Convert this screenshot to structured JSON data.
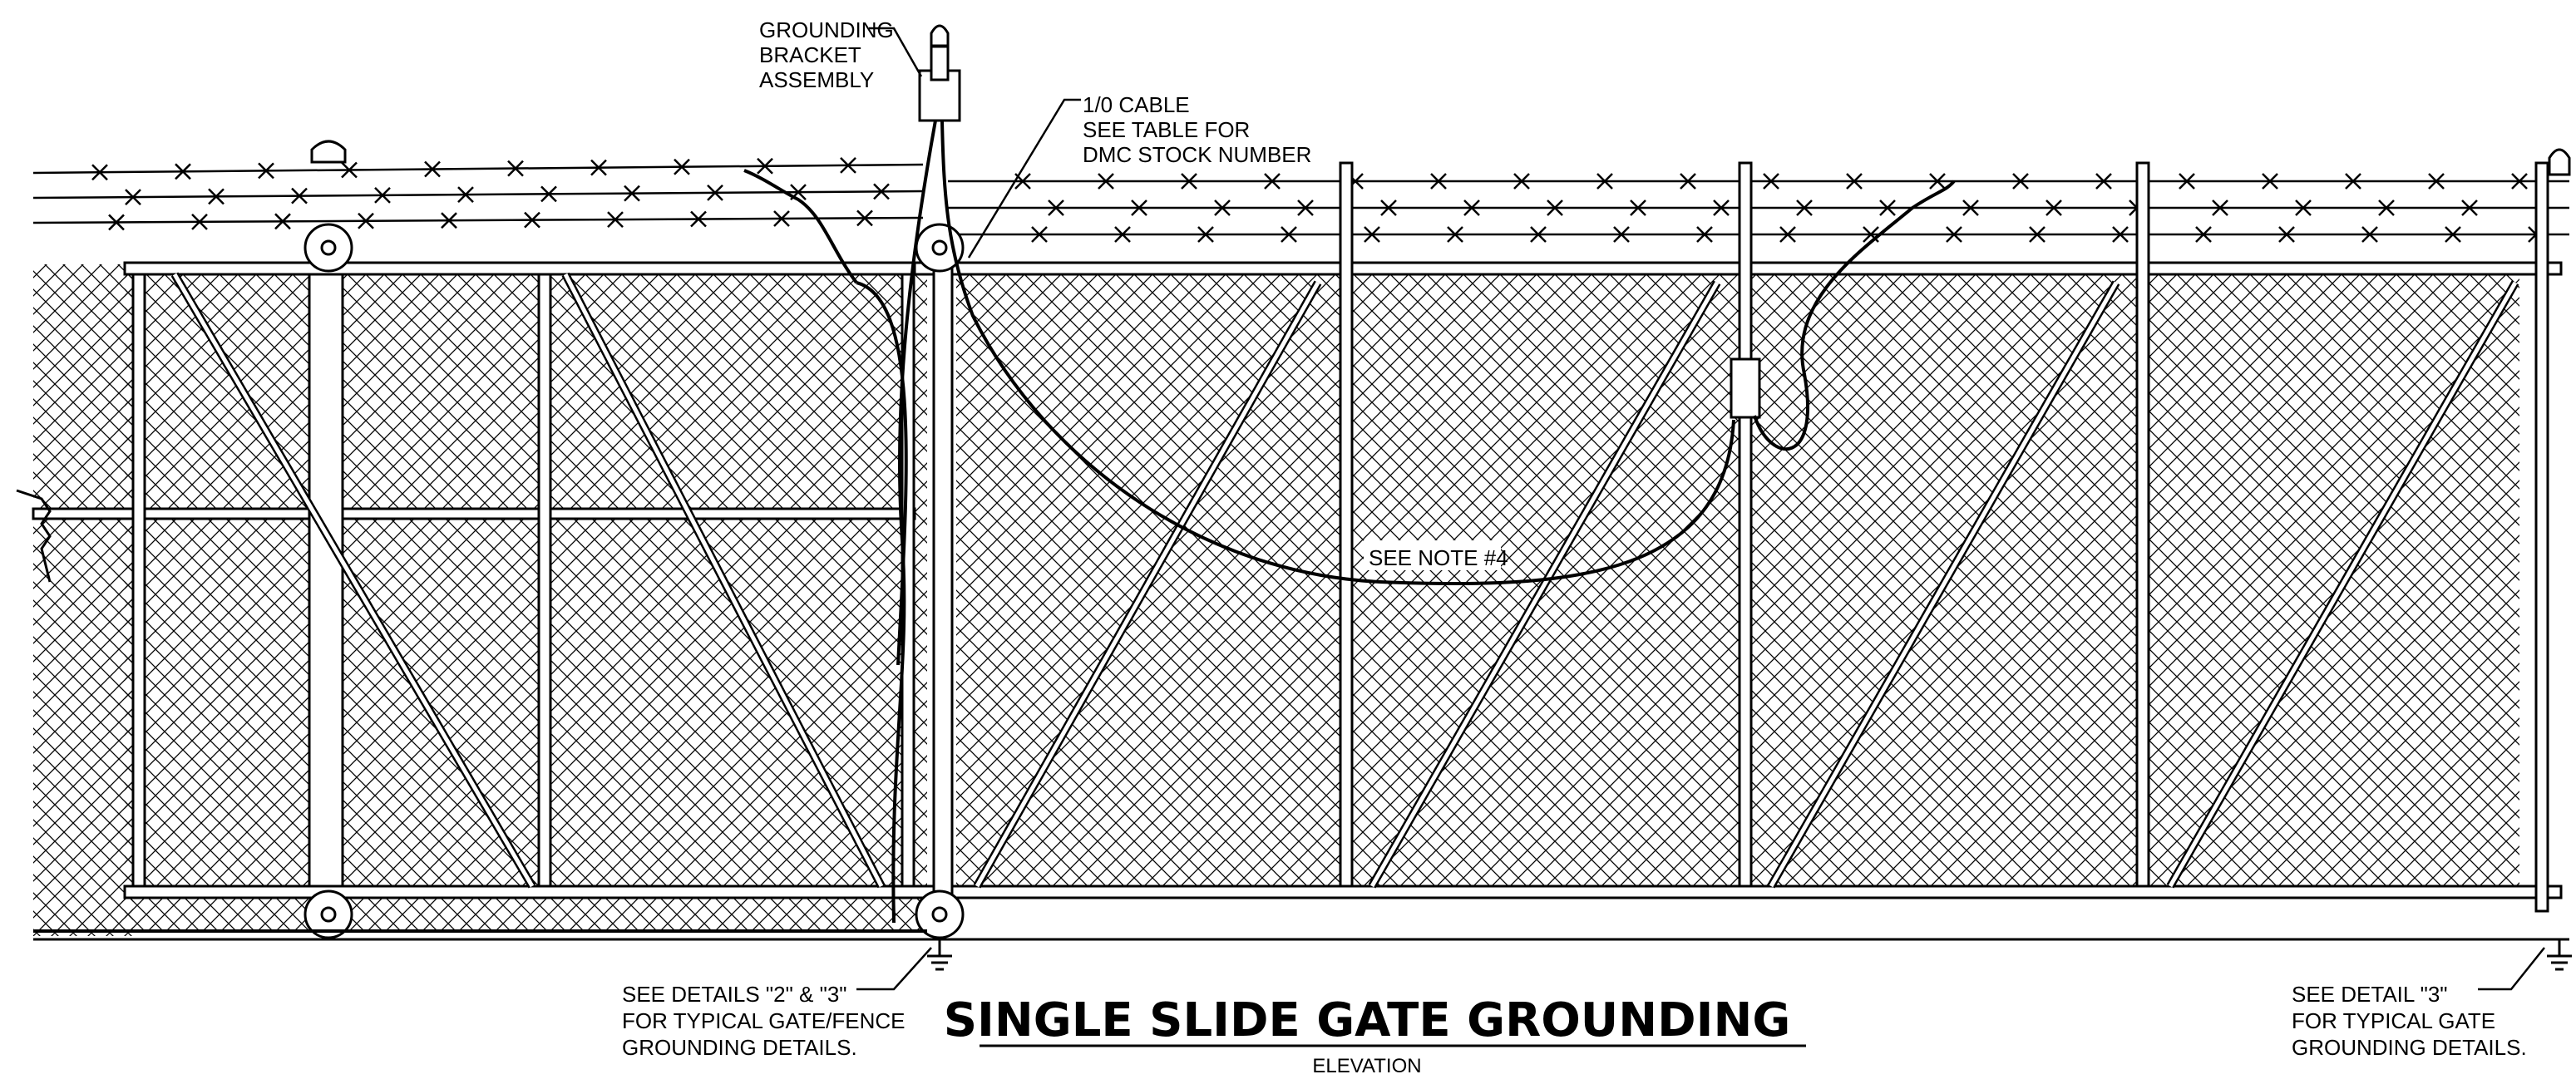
{
  "labels": {
    "bracket": [
      "GROUNDING",
      "BRACKET",
      "ASSEMBLY"
    ],
    "cable": [
      "1/0 CABLE",
      "SEE TABLE FOR",
      "DMC STOCK NUMBER"
    ],
    "note": "SEE NOTE #4",
    "details_left": [
      "SEE DETAILS \"2\" & \"3\"",
      "FOR TYPICAL GATE/FENCE",
      "GROUNDING DETAILS."
    ],
    "details_right": [
      "SEE DETAIL \"3\"",
      "FOR TYPICAL GATE",
      "GROUNDING DETAILS."
    ]
  },
  "title": "SINGLE SLIDE GATE GROUNDING",
  "subtitle": "ELEVATION"
}
